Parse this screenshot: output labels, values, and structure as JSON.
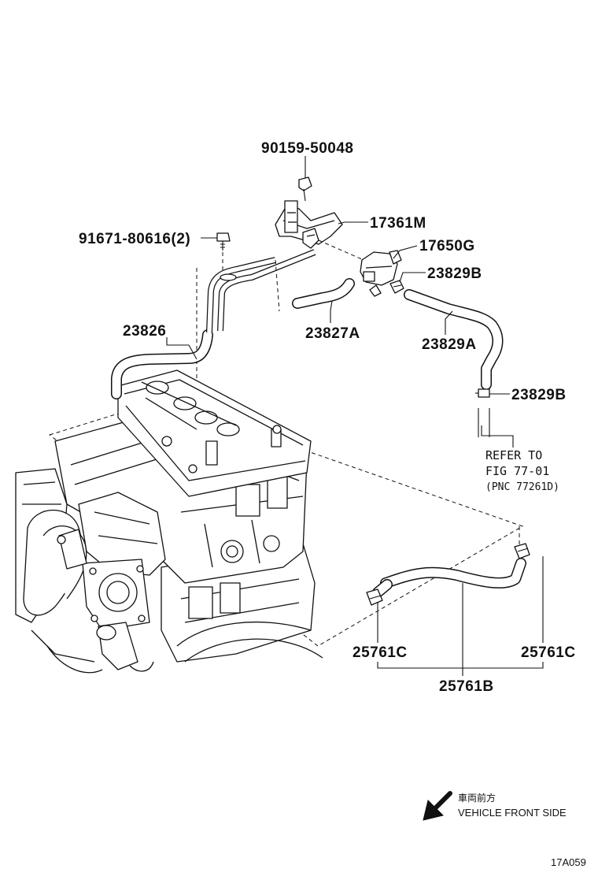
{
  "parts": {
    "p90159": "90159-50048",
    "p17361m": "17361M",
    "p91671": "91671-80616(2)",
    "p17650g": "17650G",
    "p23829b_top": "23829B",
    "p23826": "23826",
    "p23827a": "23827A",
    "p23829a": "23829A",
    "p23829b_mid": "23829B",
    "p25761c_left": "25761C",
    "p25761c_right": "25761C",
    "p25761b": "25761B"
  },
  "refer": {
    "line1": "REFER TO",
    "line2": "FIG 77-01",
    "line3": "(PNC 77261D)"
  },
  "direction": {
    "japanese": "車両前方",
    "english": "VEHICLE FRONT SIDE",
    "icon": "arrow-down-left-icon"
  },
  "figure_id": "17A059"
}
